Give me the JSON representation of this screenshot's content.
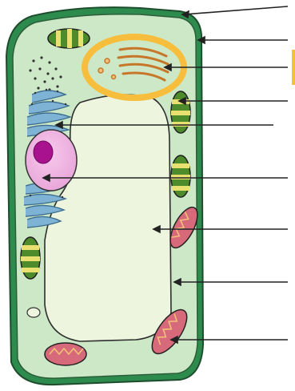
{
  "diagram": {
    "kind": "plant cell diagram with unlabeled leader lines",
    "highlight": {
      "shape": "ellipse",
      "color": "#F6BE3C",
      "target": "golgi-apparatus"
    },
    "label_lines": [
      {
        "name": "pointer-cell-wall"
      },
      {
        "name": "pointer-cell-membrane"
      },
      {
        "name": "pointer-golgi-apparatus"
      },
      {
        "name": "pointer-chloroplast"
      },
      {
        "name": "pointer-endoplasmic-reticulum"
      },
      {
        "name": "pointer-nucleus"
      },
      {
        "name": "pointer-vacuole"
      },
      {
        "name": "pointer-cytoplasm"
      },
      {
        "name": "pointer-mitochondrion"
      }
    ],
    "colors": {
      "cell_wall": "#2E8B4E",
      "cytoplasm": "#CDE8C6",
      "vacuole": "#EDF5DE",
      "nucleus": "#E9A7DA",
      "nucleolus": "#A8128F",
      "chloroplast": "#4E8B2A",
      "mitochondrion": "#D6697A",
      "golgi": "#E39A3A",
      "er": "#7FB3D6",
      "outline": "#222222"
    }
  }
}
